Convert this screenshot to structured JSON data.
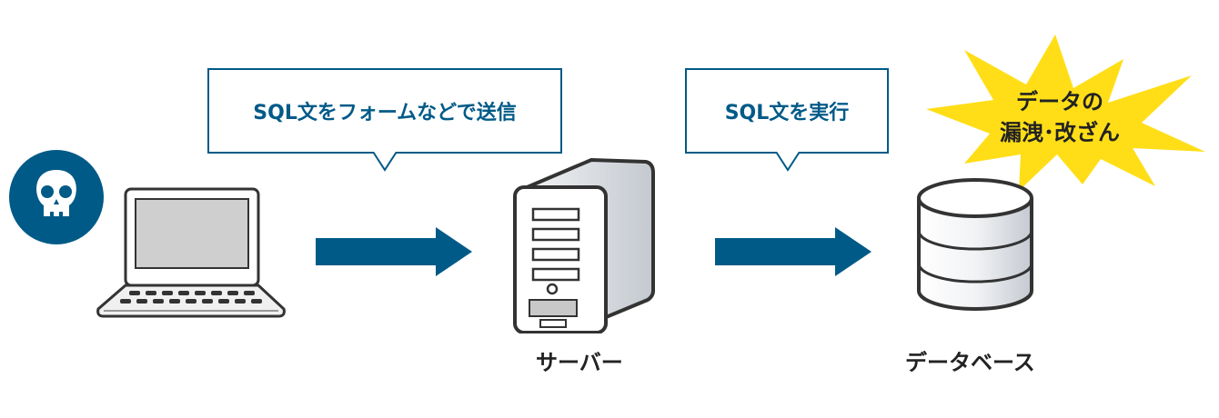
{
  "diagram": {
    "title": "SQL injection flow",
    "colors": {
      "accent": "#005a87",
      "burst": "#ffde17",
      "text": "#222222"
    },
    "nodes": {
      "attacker": {
        "icon": "skull-icon"
      },
      "client": {
        "icon": "laptop-icon"
      },
      "server": {
        "icon": "server-icon",
        "label": "サーバー"
      },
      "database": {
        "icon": "database-icon",
        "label": "データベース"
      }
    },
    "callouts": {
      "send": "SQL文をフォームなどで送信",
      "execute": "SQL文を実行"
    },
    "burst": {
      "line1": "データの",
      "line2": "漏洩･改ざん"
    },
    "edges": [
      {
        "from": "client",
        "to": "server"
      },
      {
        "from": "server",
        "to": "database"
      }
    ]
  }
}
